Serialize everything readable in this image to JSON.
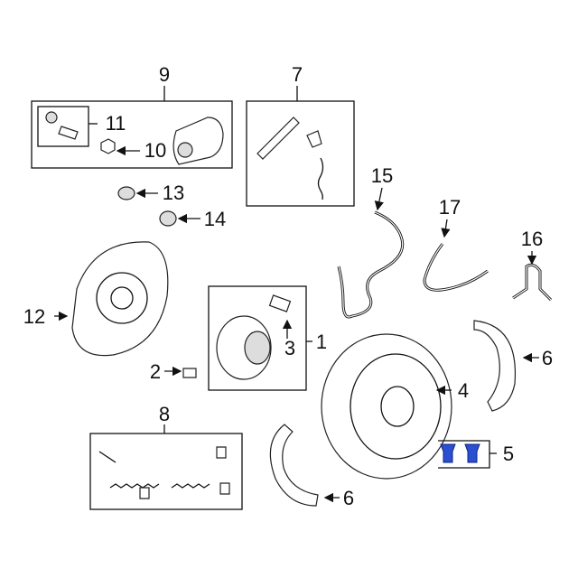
{
  "title": "Rear brake components diagram",
  "colors": {
    "line": "#111111",
    "highlight": "#2a4fd0"
  },
  "callouts": {
    "c9": "9",
    "c7": "7",
    "c11": "11",
    "c10": "10",
    "c13": "13",
    "c14": "14",
    "c15": "15",
    "c17": "17",
    "c16": "16",
    "c12": "12",
    "c1": "1",
    "c3": "3",
    "c2": "2",
    "c4": "4",
    "c6a": "6",
    "c6b": "6",
    "c8": "8",
    "c5": "5"
  }
}
